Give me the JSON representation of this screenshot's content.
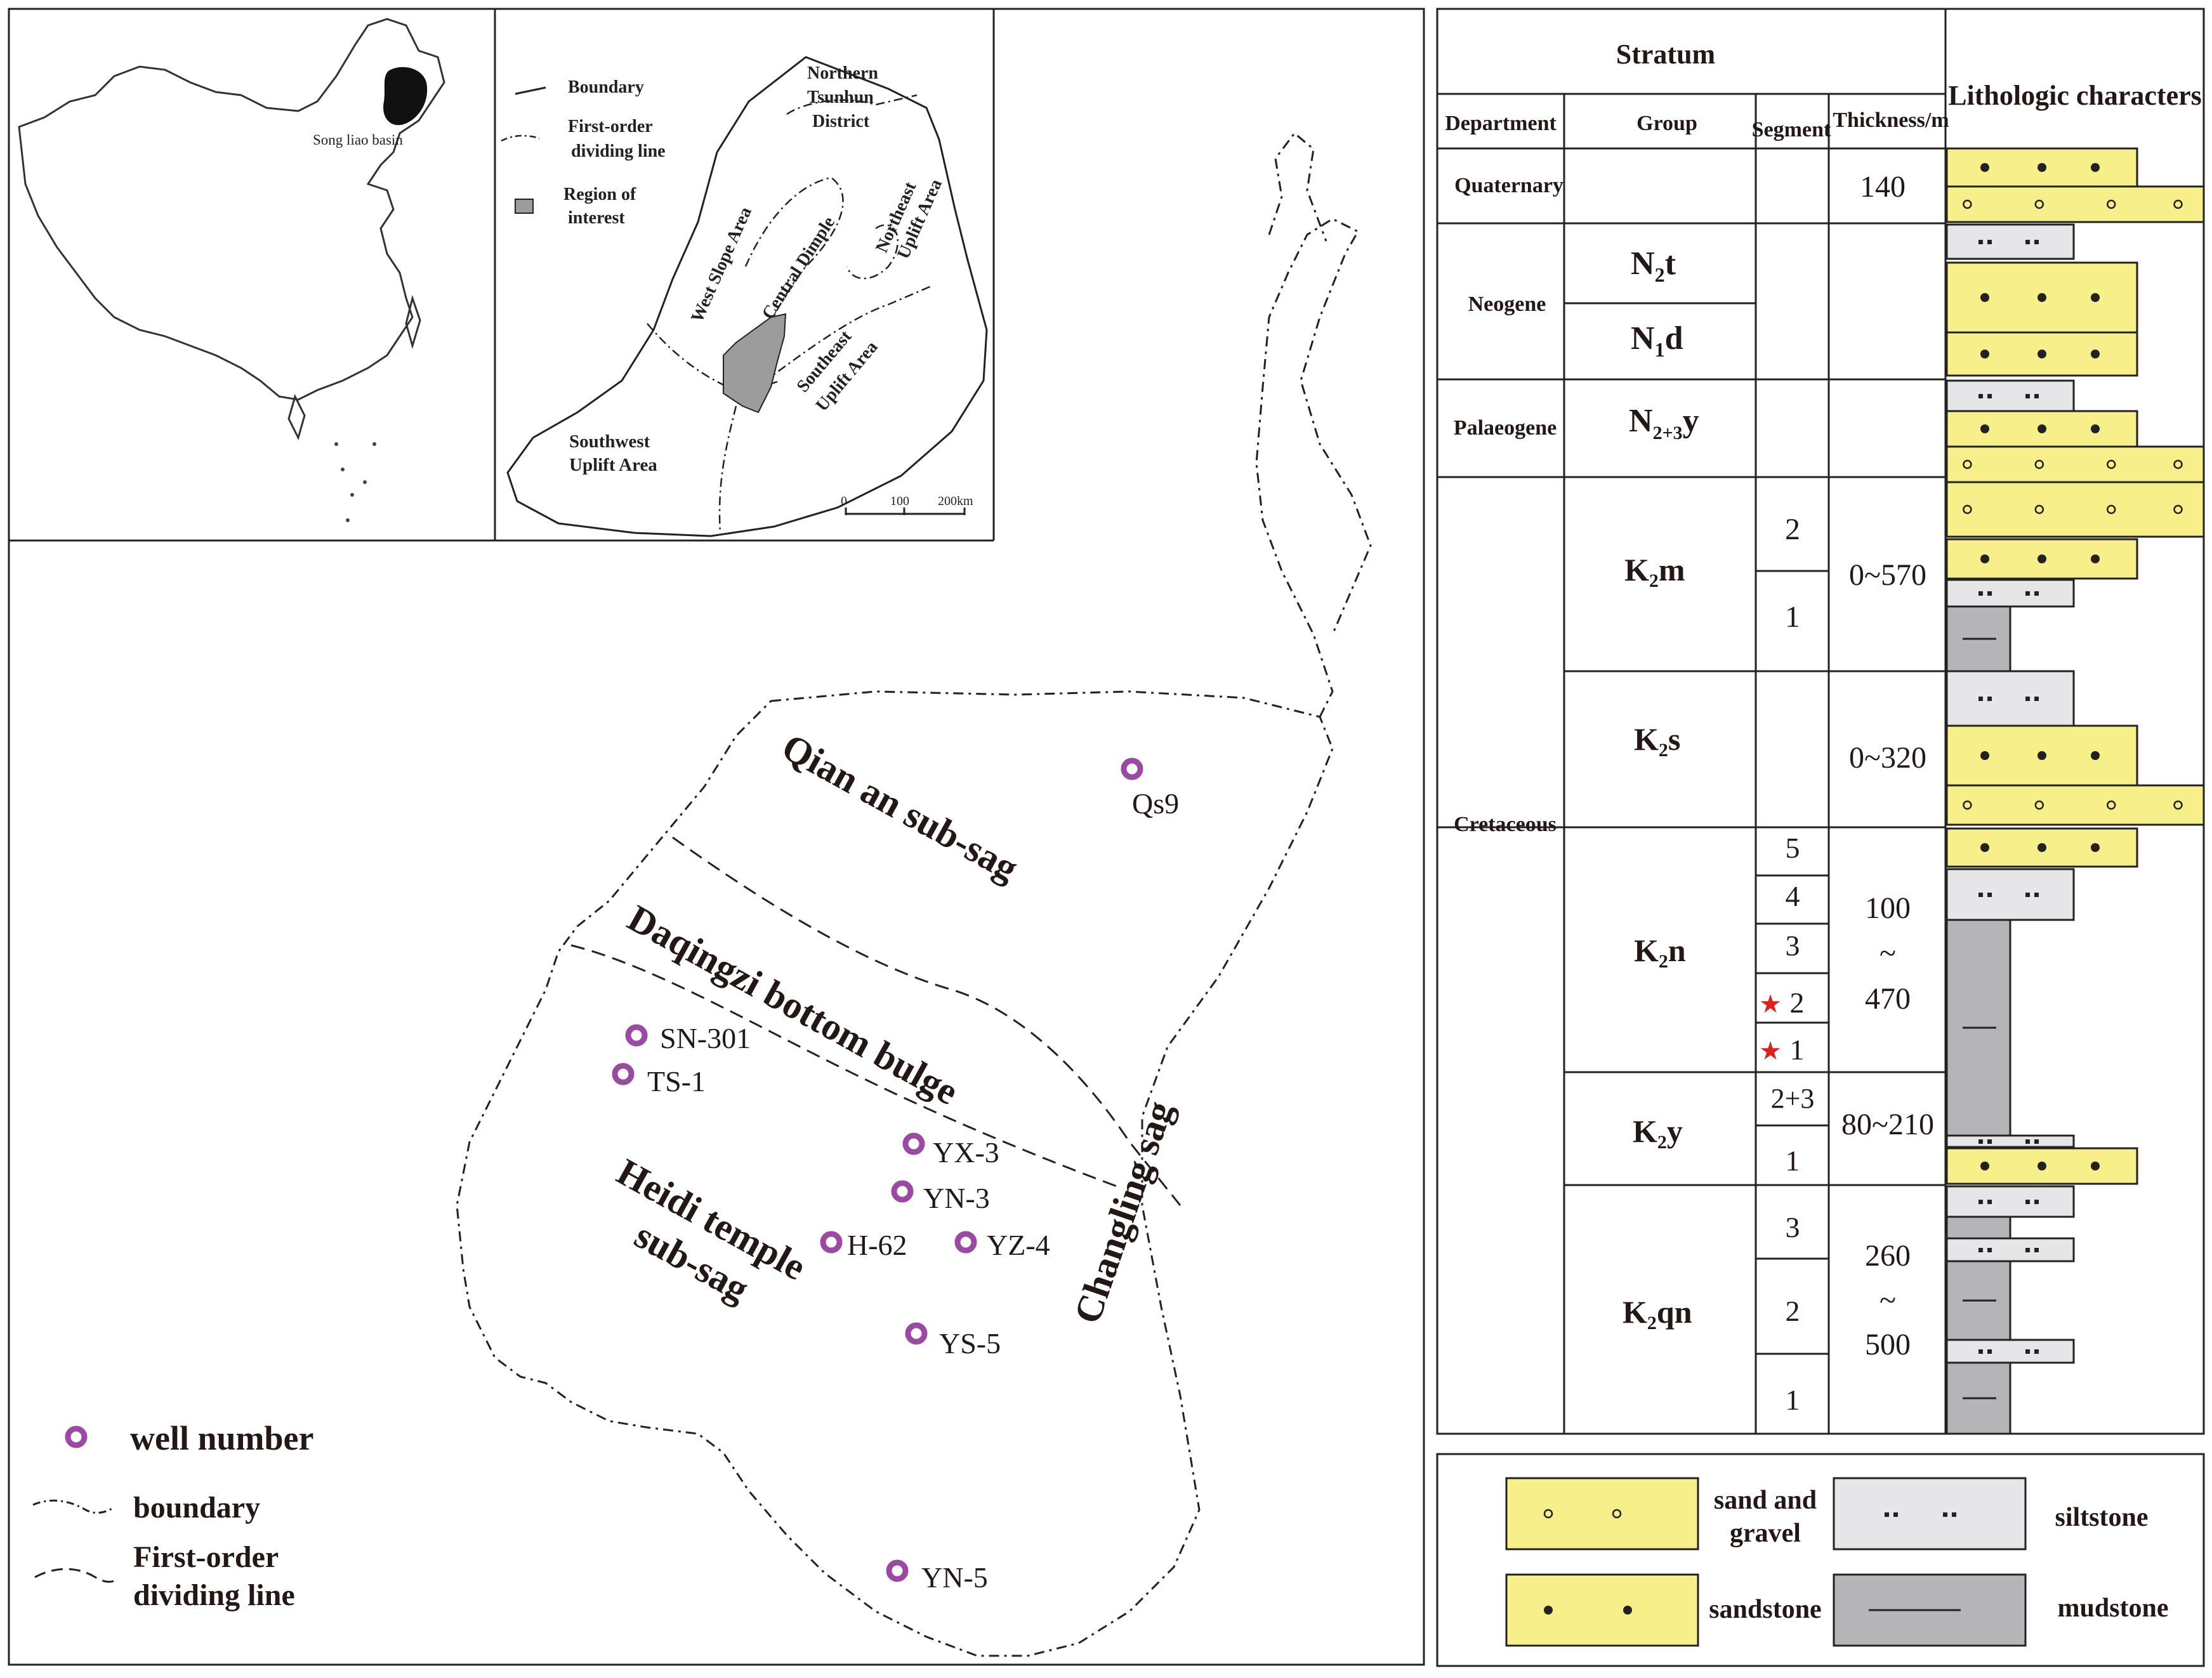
{
  "inset_china": {
    "label": "Song liao basin"
  },
  "inset_basin": {
    "legend": {
      "boundary": "Boundary",
      "first_order_1": "First-order",
      "first_order_2": "dividing line",
      "roi_1": "Region of",
      "roi_2": "interest"
    },
    "regions": {
      "north_1": "Northern",
      "north_2": "Tsunhun",
      "north_3": "District",
      "west_slope": "West Slope Area",
      "central": "Central Dimple",
      "ne_1": "Northeast",
      "ne_2": "Uplift Area",
      "se_1": "Southeast",
      "se_2": "Uplift Area",
      "sw_1": "Southwest",
      "sw_2": "Uplift Area"
    },
    "scale": {
      "t0": "0",
      "t1": "100",
      "t2": "200km"
    }
  },
  "main_map": {
    "zones": {
      "qianan": "Qian an sub-sag",
      "daqingzi": "Daqingzi bottom bulge",
      "heidi_1": "Heidi temple",
      "heidi_2": "sub-sag",
      "changling": "Changling sag"
    },
    "wells": [
      {
        "name": "Qs9"
      },
      {
        "name": "SN-301"
      },
      {
        "name": "TS-1"
      },
      {
        "name": "YX-3"
      },
      {
        "name": "YN-3"
      },
      {
        "name": "H-62"
      },
      {
        "name": "YZ-4"
      },
      {
        "name": "YS-5"
      },
      {
        "name": "YN-5"
      }
    ],
    "legend": {
      "well": "well number",
      "boundary": "boundary",
      "first_order_1": "First-order",
      "first_order_2": "dividing line"
    },
    "colors": {
      "well": "#9b4aa3"
    }
  },
  "strat_table": {
    "headers": {
      "stratum": "Stratum",
      "lith": "Lithologic characters",
      "department": "Department",
      "group": "Group",
      "segment": "Segment",
      "thickness": "Thickness/m"
    },
    "departments": {
      "quaternary": "Quaternary",
      "neogene": "Neogene",
      "palaeogene": "Palaeogene",
      "cretaceous": "Cretaceous"
    },
    "groups": {
      "n2t_main": "N",
      "n2t_sub": "2",
      "n2t_end": "t",
      "n1d_main": "N",
      "n1d_sub": "1",
      "n1d_end": "d",
      "n23y_main": "N",
      "n23y_sub": "2+3",
      "n23y_end": "y",
      "k2m_main": "K",
      "k2m_sub": "2",
      "k2m_end": "m",
      "k2s_main": "K",
      "k2s_sub": "2",
      "k2s_end": "s",
      "k2n_main": "K",
      "k2n_sub": "2",
      "k2n_end": "n",
      "k2y_main": "K",
      "k2y_sub": "2",
      "k2y_end": "y",
      "k2qn_main": "K",
      "k2qn_sub": "2",
      "k2qn_end": "qn"
    },
    "segments": {
      "m2": "2",
      "m1": "1",
      "n5": "5",
      "n4": "4",
      "n3": "3",
      "n2": "2",
      "n1": "1",
      "y23": "2+3",
      "y1": "1",
      "qn3": "3",
      "qn2": "2",
      "qn1": "1"
    },
    "thickness": {
      "quaternary": "140",
      "k2m": "0~570",
      "k2s": "0~320",
      "k2n_1": "100",
      "k2n_2": "~",
      "k2n_3": "470",
      "k2y": "80~210",
      "k2qn_1": "260",
      "k2qn_2": "~",
      "k2qn_3": "500"
    },
    "star": "★",
    "colors": {
      "sand": "#f7f08a",
      "silt": "#e6e6e8",
      "mud": "#b5b5b8",
      "star": "#e0201c"
    }
  },
  "lith_legend": {
    "sand_gravel_1": "sand and",
    "sand_gravel_2": "gravel",
    "siltstone": "siltstone",
    "sandstone": "sandstone",
    "mudstone": "mudstone"
  }
}
